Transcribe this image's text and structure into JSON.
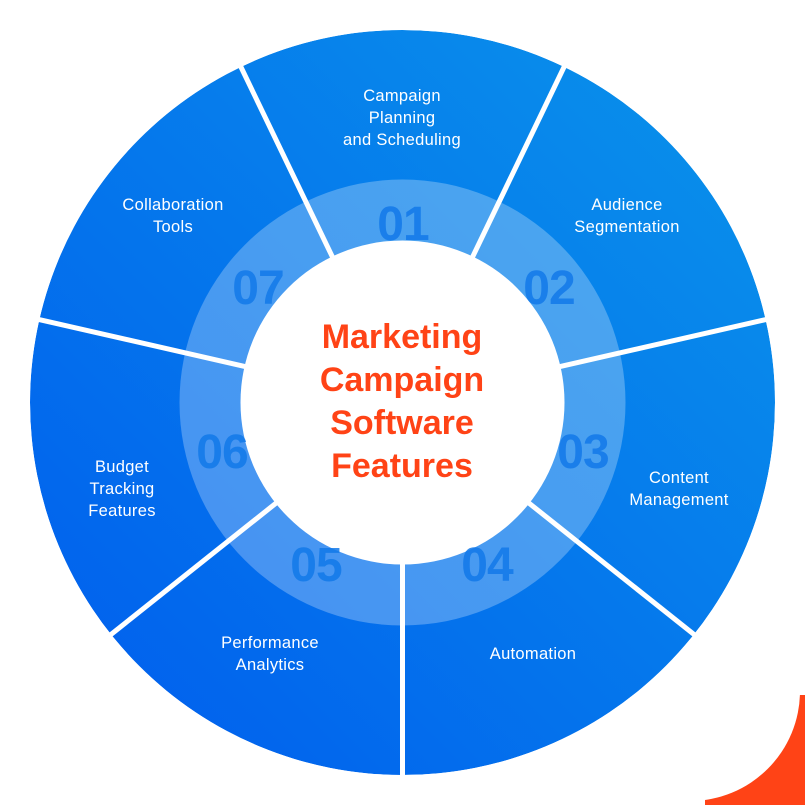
{
  "title": {
    "lines": [
      "Marketing",
      "Campaign",
      "Software",
      "Features"
    ],
    "color": "#FF4316"
  },
  "colors": {
    "outer_ring_start": "#0A8CEB",
    "outer_ring_end": "#0060EE",
    "inner_ring_overlay": "rgba(255,255,255,0.25)",
    "number_color": "#1279E9",
    "separator": "#FFFFFF",
    "accent": "#FF4316"
  },
  "segments": [
    {
      "number": "01",
      "label": "Campaign\nPlanning\nand Scheduling"
    },
    {
      "number": "02",
      "label": "Audience\nSegmentation"
    },
    {
      "number": "03",
      "label": "Content\nManagement"
    },
    {
      "number": "04",
      "label": "Automation"
    },
    {
      "number": "05",
      "label": "Performance\nAnalytics"
    },
    {
      "number": "06",
      "label": "Budget\nTracking\nFeatures"
    },
    {
      "number": "07",
      "label": "Collaboration\nTools"
    }
  ]
}
